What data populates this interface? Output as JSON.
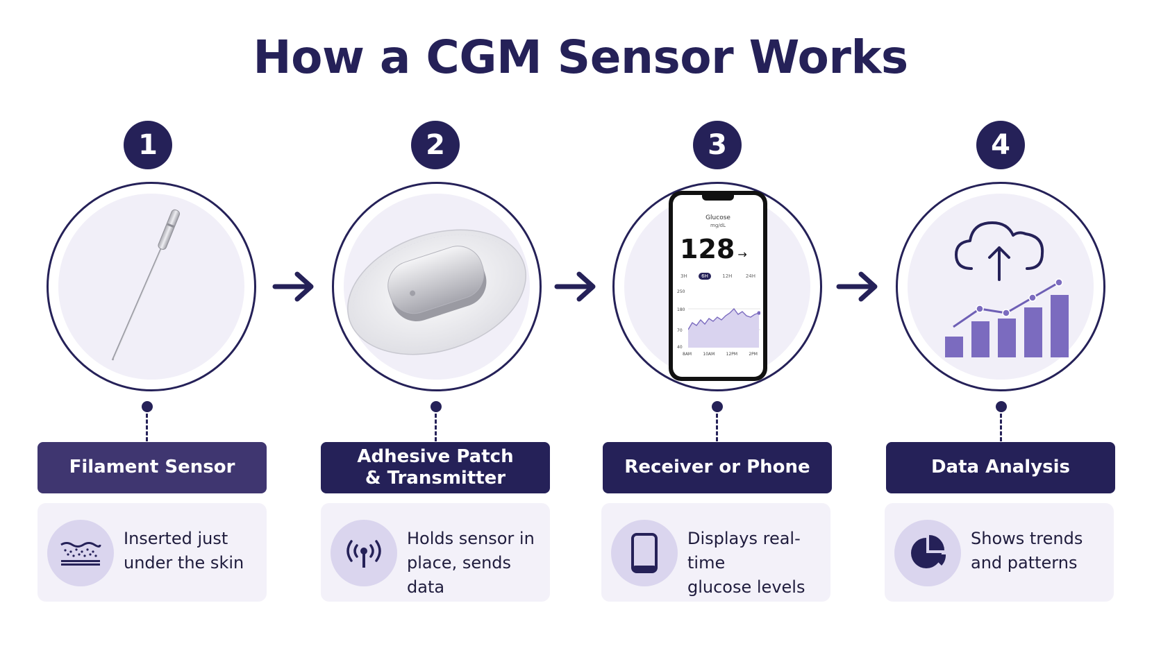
{
  "title": "How a CGM Sensor Works",
  "steps": [
    {
      "number": "1",
      "label_line1": "Filament Sensor",
      "label_line2": "",
      "desc_line1": "Inserted just",
      "desc_line2": "under the skin",
      "icon": "skin-layers-icon"
    },
    {
      "number": "2",
      "label_line1": "Adhesive Patch",
      "label_line2": "& Transmitter",
      "desc_line1": "Holds sensor in",
      "desc_line2": "place, sends data",
      "icon": "broadcast-icon"
    },
    {
      "number": "3",
      "label_line1": "Receiver or Phone",
      "label_line2": "",
      "desc_line1": "Displays real-time",
      "desc_line2": "glucose levels",
      "icon": "smartphone-icon"
    },
    {
      "number": "4",
      "label_line1": "Data Analysis",
      "label_line2": "",
      "desc_line1": "Shows trends",
      "desc_line2": "and patterns",
      "icon": "pie-chart-icon"
    }
  ],
  "phone": {
    "title": "Glucose",
    "unit": "mg/dL",
    "value": "128",
    "trend_arrow": "→",
    "ranges": [
      "3H",
      "6H",
      "12H",
      "24H"
    ],
    "selected_range": "6H",
    "y_ticks": [
      "250",
      "180",
      "70",
      "40"
    ],
    "x_ticks": [
      "8AM",
      "10AM",
      "12PM",
      "2PM"
    ]
  },
  "colors": {
    "navy": "#252158",
    "label_first": "#3f3670",
    "circle_fill": "#f1eff8",
    "card_bg": "#f3f1f9",
    "icon_circle": "#dad5ee",
    "accent_purple": "#7b6bbf"
  }
}
